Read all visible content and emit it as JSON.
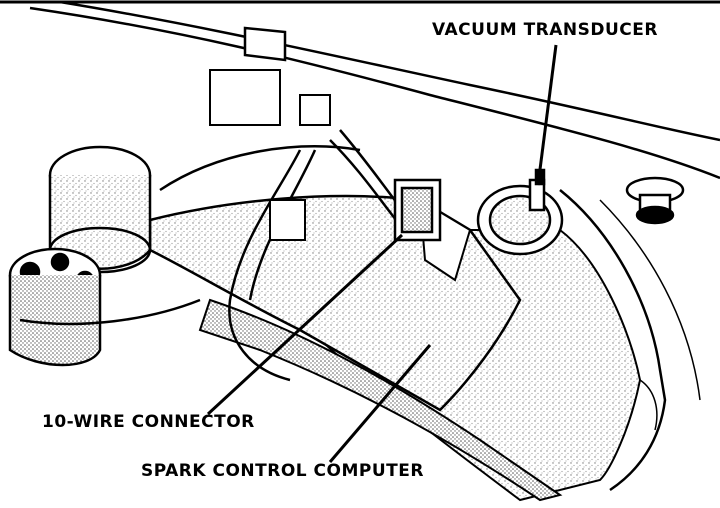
{
  "labels": {
    "vacuum_transducer": "VACUUM TRANSDUCER",
    "ten_wire_connector": "10-WIRE CONNECTOR",
    "spark_control_computer": "SPARK CONTROL COMPUTER"
  },
  "colors": {
    "ink": "#000000",
    "paper": "#ffffff",
    "stipple": "#8a8a8a"
  }
}
